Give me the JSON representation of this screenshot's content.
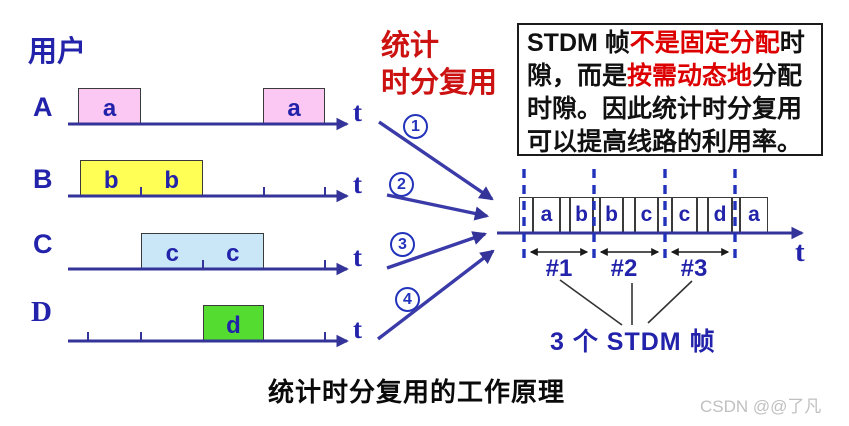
{
  "title_users": "用户",
  "title_stdm": {
    "line1": "统计",
    "line2": "时分复用"
  },
  "info_box": {
    "l1a": "STDM 帧",
    "l1b": "不是固定分配",
    "l1c": "时",
    "l2a": "隙，而是",
    "l2b": "按需动态地",
    "l2c": "分配",
    "l3": "时隙。因此统计时分复用",
    "l4": "可以提高线路的利用率。"
  },
  "rows": [
    {
      "label": "A",
      "t": "t",
      "blocks": [
        {
          "letters": [
            "a"
          ]
        },
        {
          "letters": [
            "a"
          ]
        }
      ]
    },
    {
      "label": "B",
      "t": "t",
      "blocks": [
        {
          "letters": [
            "b",
            "b"
          ]
        }
      ]
    },
    {
      "label": "C",
      "t": "t",
      "blocks": [
        {
          "letters": [
            "c",
            "c"
          ]
        }
      ]
    },
    {
      "label": "D",
      "t": "t",
      "blocks": [
        {
          "letters": [
            "d"
          ]
        }
      ]
    }
  ],
  "mux": {
    "numbers": [
      "1",
      "2",
      "3",
      "4"
    ],
    "slots": [
      "a",
      "b",
      "b",
      "c",
      "c",
      "d",
      "a"
    ],
    "t": "t",
    "frames": [
      "#1",
      "#2",
      "#3"
    ],
    "frames_caption": "3 个 STDM 帧"
  },
  "caption": "统计时分复用的工作原理",
  "watermark": "CSDN @@了凡",
  "colors": {
    "pink": "#FAC8F2",
    "yellow": "#FFFF55",
    "light_blue": "#C9E7F7",
    "green": "#54DC30",
    "line_blue": "#333399",
    "dash_blue": "#2233BB",
    "text_blue": "#2222AA",
    "accent_red": "#DD0000",
    "title_red": "#CC1111"
  }
}
